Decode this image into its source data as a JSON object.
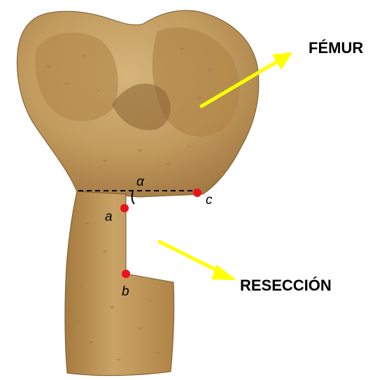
{
  "labels": {
    "femur": "FÉMUR",
    "reseccion": "RESECCIÓN"
  },
  "points": {
    "a": "a",
    "b": "b",
    "c": "c",
    "angle": "α"
  },
  "colors": {
    "bone": "#c19a5e",
    "bone_shadow": "#8a6332",
    "bone_highlight": "#d8b77d",
    "arrow": "#ffff00",
    "landmark": "#e8141b",
    "reference_line": "#000000"
  }
}
